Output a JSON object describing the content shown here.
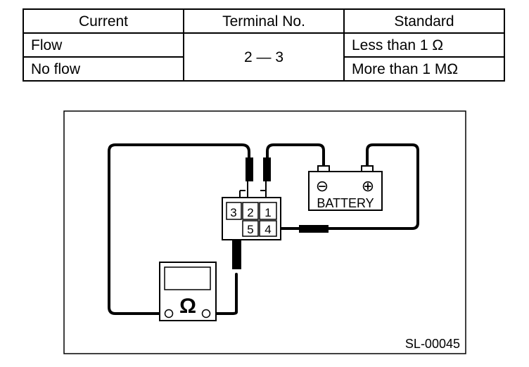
{
  "table": {
    "headers": [
      "Current",
      "Terminal No.",
      "Standard"
    ],
    "rows": [
      {
        "current": "Flow",
        "standard": "Less than 1 Ω"
      },
      {
        "current": "No flow",
        "standard": "More than 1 MΩ"
      }
    ],
    "terminals": "2 — 3"
  },
  "diagram": {
    "battery_label": "BATTERY",
    "minus_symbol": "⊖",
    "plus_symbol": "⊕",
    "connector_pins": [
      "3",
      "2",
      "1",
      "5",
      "4"
    ],
    "meter_symbol": "Ω",
    "figure_id": "SL-00045"
  }
}
